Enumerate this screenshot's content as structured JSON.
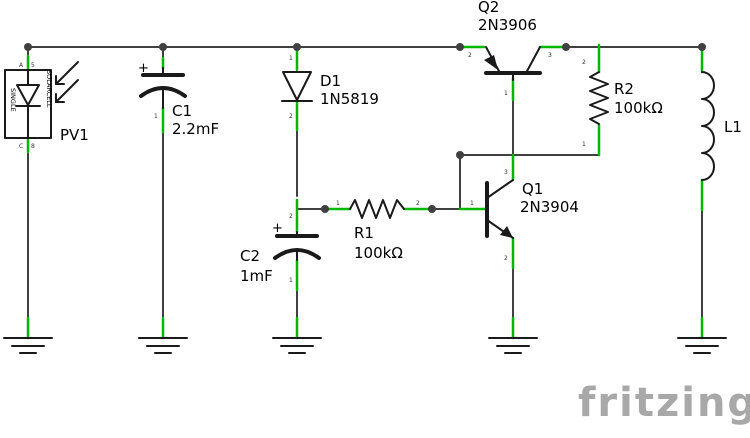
{
  "components": {
    "pv1": {
      "ref": "PV1",
      "title": "SOLARCELL",
      "subtitle": "SINGLE",
      "pin_a": "A",
      "pin_a_num": "5",
      "pin_c": "C",
      "pin_c_num": "8"
    },
    "c1": {
      "ref": "C1",
      "value": "2.2mF",
      "polarity": "+",
      "pin1": "1"
    },
    "c2": {
      "ref": "C2",
      "value": "1mF",
      "polarity": "+",
      "pin1": "1",
      "pin2": "2"
    },
    "d1": {
      "ref": "D1",
      "value": "1N5819",
      "pin1": "1",
      "pin2": "2"
    },
    "r1": {
      "ref": "R1",
      "value": "100kΩ",
      "pin1": "1",
      "pin2": "2"
    },
    "r2": {
      "ref": "R2",
      "value": "100kΩ",
      "pin1": "1",
      "pin2": "2"
    },
    "q1": {
      "ref": "Q1",
      "value": "2N3904",
      "pin1": "1",
      "pin2": "2",
      "pin3": "3"
    },
    "q2": {
      "ref": "Q2",
      "value": "2N3906",
      "pin1": "1",
      "pin2": "2",
      "pin3": "3"
    },
    "l1": {
      "ref": "L1"
    }
  },
  "branding": {
    "logo_text": "fritzing"
  },
  "colors": {
    "wire": "#404040",
    "connector": "#00b800",
    "part": "#1a1a1a",
    "logo": "#a8a8a8"
  }
}
